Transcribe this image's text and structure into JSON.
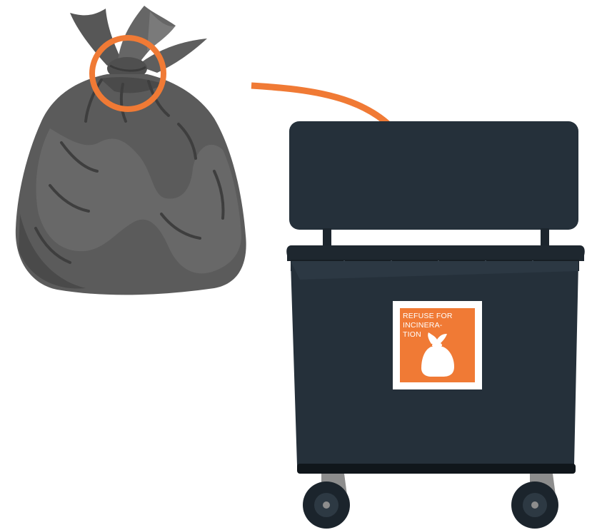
{
  "colors": {
    "background": "#ffffff",
    "accent": "#f07a35",
    "bag_dark": "#4d4d4d",
    "bag_mid": "#5c5c5c",
    "bag_light": "#6b6b6b",
    "bin_body": "#25303a",
    "bin_edge": "#161d24",
    "wheel_bracket": "#8d8d8d",
    "sticker_bg": "#ffffff",
    "sticker_text": "#ffffff"
  },
  "icons": {
    "bag": "garbage-bag-icon",
    "knot_marker": "knot-highlight-circle",
    "arrow": "curved-arrow-icon",
    "bin": "waste-container-icon",
    "sticker_bag": "bag-pictogram-icon"
  },
  "sticker": {
    "line1": "REFUSE FOR",
    "line2": "INCINERA-",
    "line3": "TION"
  }
}
